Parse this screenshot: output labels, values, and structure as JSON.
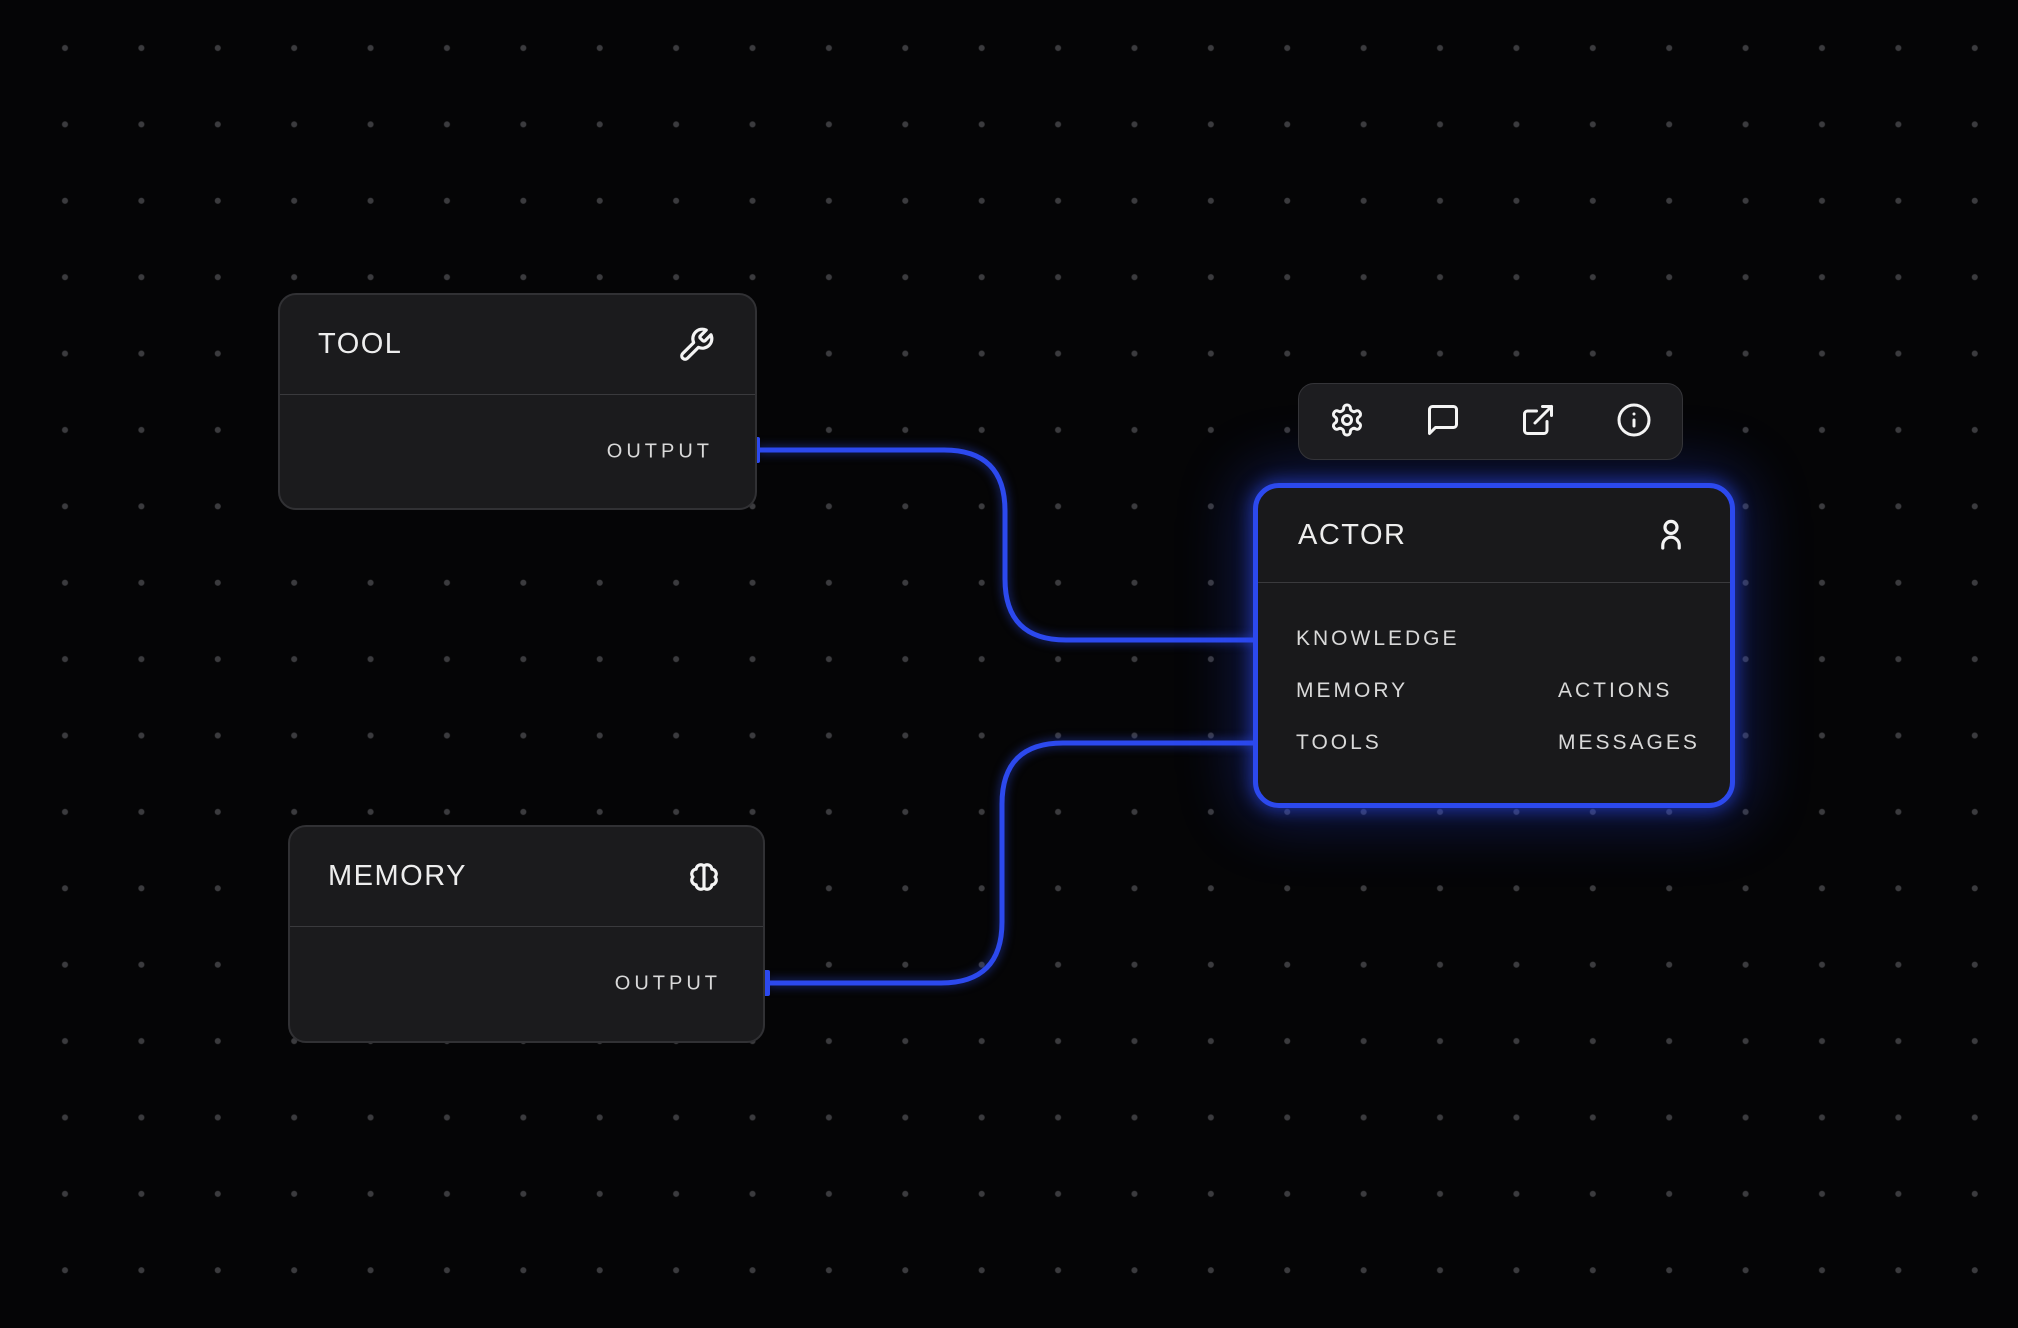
{
  "canvas": {
    "background_color": "#050506",
    "grid_dot_color": "#3b3b3e",
    "accent_color": "#2c49ee",
    "node_background_color": "#1b1b1d",
    "selected_node": "actor"
  },
  "toolbar": {
    "icons": [
      {
        "name": "settings-gear-icon"
      },
      {
        "name": "comment-bubble-icon"
      },
      {
        "name": "external-link-icon"
      },
      {
        "name": "info-icon"
      }
    ]
  },
  "nodes": {
    "tool": {
      "title": "TOOL",
      "icon": "wrench-icon",
      "outputs": [
        {
          "label": "OUTPUT"
        }
      ]
    },
    "memory": {
      "title": "MEMORY",
      "icon": "brain-icon",
      "outputs": [
        {
          "label": "OUTPUT"
        }
      ]
    },
    "actor": {
      "title": "ACTOR",
      "icon": "user-icon",
      "selected": true,
      "inputs": [
        "KNOWLEDGE",
        "MEMORY",
        "TOOLS"
      ],
      "outputs": [
        "ACTIONS",
        "MESSAGES"
      ]
    }
  },
  "edges": [
    {
      "from": "tool.OUTPUT",
      "to": "actor.KNOWLEDGE"
    },
    {
      "from": "memory.OUTPUT",
      "to": "actor.TOOLS"
    }
  ]
}
